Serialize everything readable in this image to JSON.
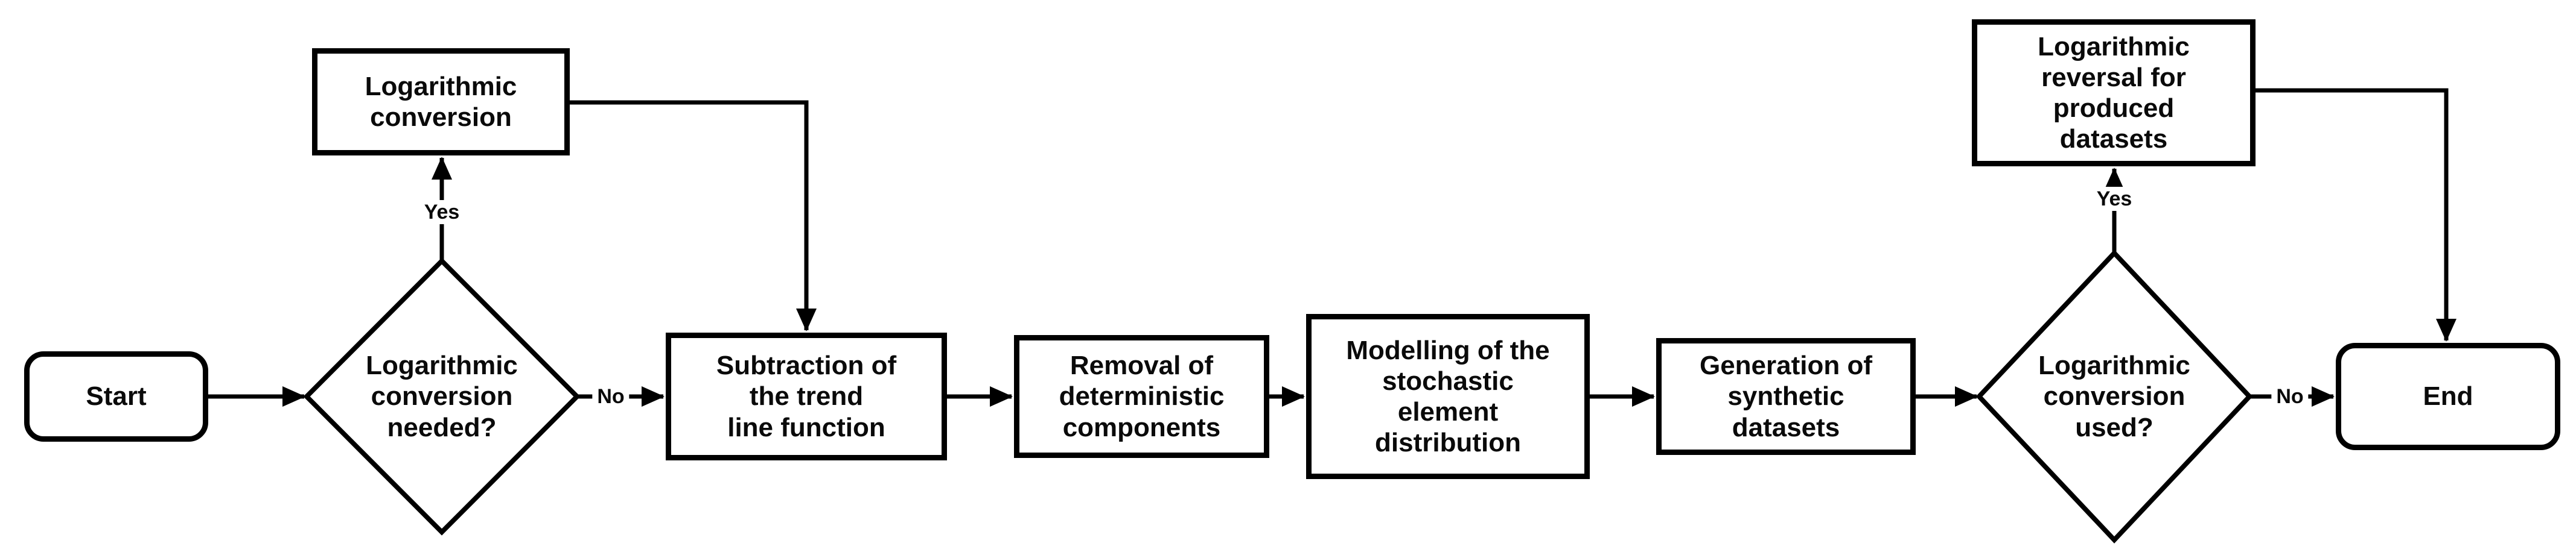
{
  "diagram": {
    "type": "flowchart",
    "colors": {
      "background": "#ffffff",
      "stroke": "#000000",
      "text": "#0a0a0a"
    },
    "nodes": {
      "start": {
        "label": "Start",
        "shape": "terminator"
      },
      "conversion_needed": {
        "label": "Logarithmic\nconversion\nneeded?",
        "shape": "decision"
      },
      "log_conversion": {
        "label": "Logarithmic\nconversion",
        "shape": "process"
      },
      "subtraction": {
        "label": "Subtraction of\nthe trend\nline function",
        "shape": "process"
      },
      "removal": {
        "label": "Removal of\ndeterministic\ncomponents",
        "shape": "process"
      },
      "modelling": {
        "label": "Modelling of the\nstochastic\nelement\ndistribution",
        "shape": "process"
      },
      "generation": {
        "label": "Generation of\nsynthetic\ndatasets",
        "shape": "process"
      },
      "conversion_used": {
        "label": "Logarithmic\nconversion\nused?",
        "shape": "decision"
      },
      "log_reversal": {
        "label": "Logarithmic\nreversal for\nproduced\ndatasets",
        "shape": "process"
      },
      "end": {
        "label": "End",
        "shape": "terminator"
      }
    },
    "edge_labels": {
      "yes1": {
        "label": "Yes"
      },
      "no1": {
        "label": "No"
      },
      "yes2": {
        "label": "Yes"
      },
      "no2": {
        "label": "No"
      }
    }
  }
}
